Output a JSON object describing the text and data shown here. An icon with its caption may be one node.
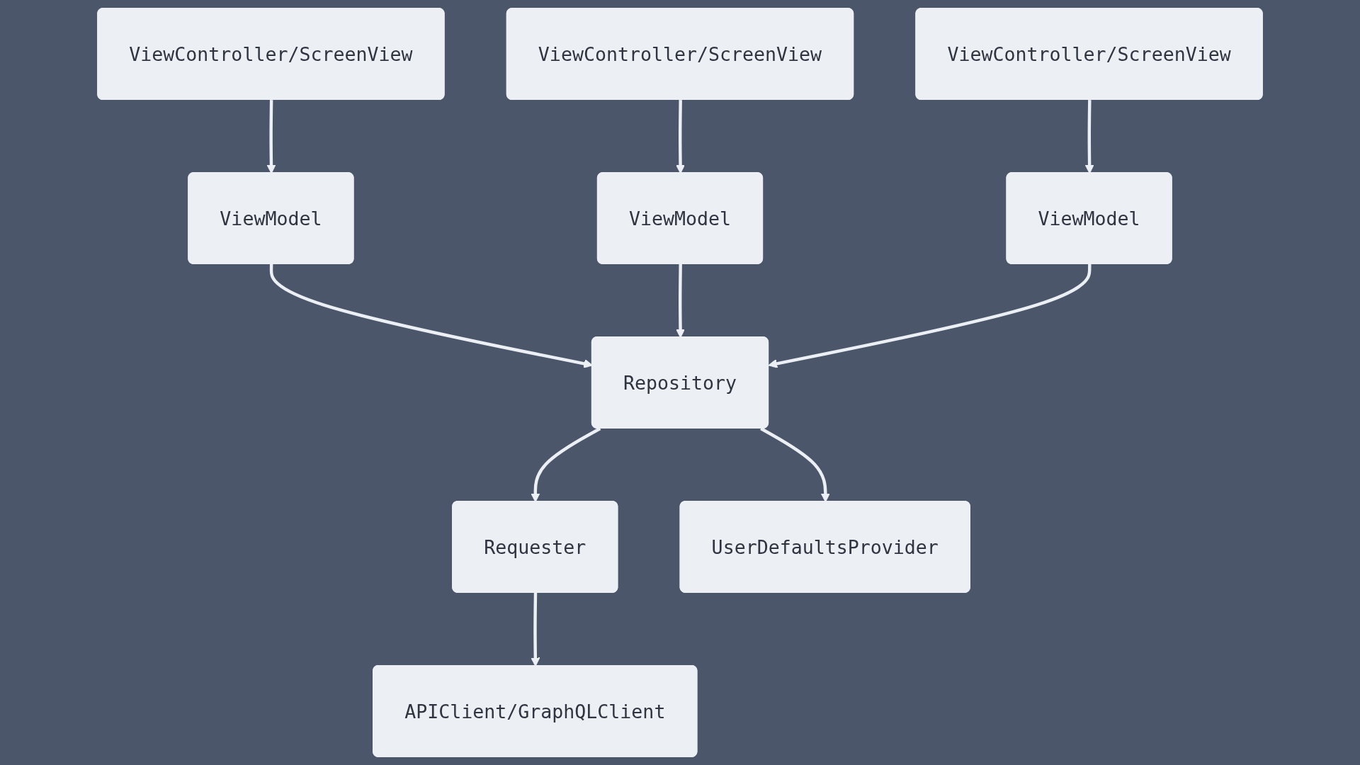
{
  "diagram": {
    "nodes": [
      {
        "text": [
          "ViewController/ScreenView"
        ]
      },
      {
        "text": [
          "ViewController/ScreenView"
        ]
      },
      {
        "text": [
          "ViewController/ScreenView"
        ]
      },
      {
        "text": [
          "ViewModel"
        ]
      },
      {
        "text": [
          "ViewModel"
        ]
      },
      {
        "text": [
          "ViewModel"
        ]
      },
      {
        "text": [
          "Repository"
        ]
      },
      {
        "text": [
          "Requester"
        ]
      },
      {
        "text": [
          "UserDefaultsProvider"
        ]
      },
      {
        "text": [
          "APIClient/GraphQLClient"
        ]
      }
    ],
    "edges": [
      {
        "from": 0,
        "to": 3,
        "arrow": "to"
      },
      {
        "from": 1,
        "to": 4,
        "arrow": "to"
      },
      {
        "from": 2,
        "to": 5,
        "arrow": "to"
      },
      {
        "from": 3,
        "to": 6,
        "arrow": "to"
      },
      {
        "from": 4,
        "to": 6,
        "arrow": "to"
      },
      {
        "from": 5,
        "to": 6,
        "arrow": "to"
      },
      {
        "from": 6,
        "to": 7,
        "arrow": "to"
      },
      {
        "from": 6,
        "to": 8,
        "arrow": "to"
      },
      {
        "from": 7,
        "to": 9,
        "arrow": "to"
      }
    ]
  }
}
